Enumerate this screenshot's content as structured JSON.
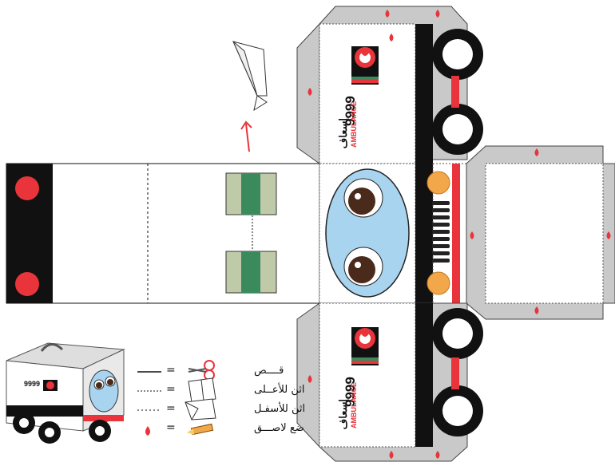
{
  "brand": {
    "number": "9999",
    "arabic_name": "إسعاف",
    "english_name": "AMBULANCE"
  },
  "legend": {
    "items": [
      {
        "label": "قــــص",
        "line": "solid",
        "icon": "scissors-icon"
      },
      {
        "label": "اثن للأعــلى",
        "line": "dashed",
        "icon": "fold-up-icon"
      },
      {
        "label": "اثن للأسفـل",
        "line": "dashed",
        "icon": "fold-down-icon"
      },
      {
        "label": "ضع لاصـــق",
        "line": "glue",
        "icon": "glue-stick-icon"
      }
    ],
    "equals": "="
  },
  "colors": {
    "red": "#e8343a",
    "grey": "#c8c8c8",
    "black": "#111111",
    "eye_blue": "#a9d4ef",
    "green": "#3a8a5e",
    "sage": "#bfcba8",
    "orange": "#f2a84a"
  }
}
